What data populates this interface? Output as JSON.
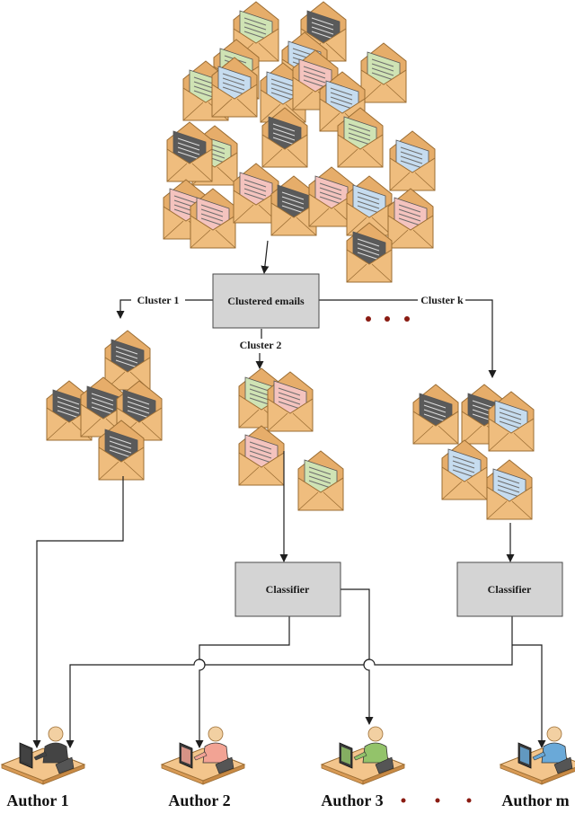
{
  "nodes": {
    "clustered": {
      "label": "Clustered emails"
    },
    "classifier_2": {
      "label": "Classifier"
    },
    "classifier_k": {
      "label": "Classifier"
    }
  },
  "edges": {
    "cluster_1": "Cluster 1",
    "cluster_2": "Cluster 2",
    "cluster_k": "Cluster k"
  },
  "authors": [
    {
      "label": "Author 1",
      "shirt": "#444444"
    },
    {
      "label": "Author 2",
      "shirt": "#f2a394"
    },
    {
      "label": "Author 3",
      "shirt": "#93c36a"
    },
    {
      "label": "Author m",
      "shirt": "#6aa9d8"
    }
  ],
  "colors": {
    "envelope": "#efbd7e",
    "envelope_edge": "#9b6d33",
    "letter_gray": "#5a5a5a",
    "letter_green": "#cfe3b4",
    "letter_blue": "#c6dcef",
    "letter_pink": "#f4c3be",
    "box_fill": "#d4d4d4",
    "ellipsis_dots": "#8a1b12"
  },
  "icons": [
    "envelope-icon",
    "author-workstation-icon"
  ]
}
